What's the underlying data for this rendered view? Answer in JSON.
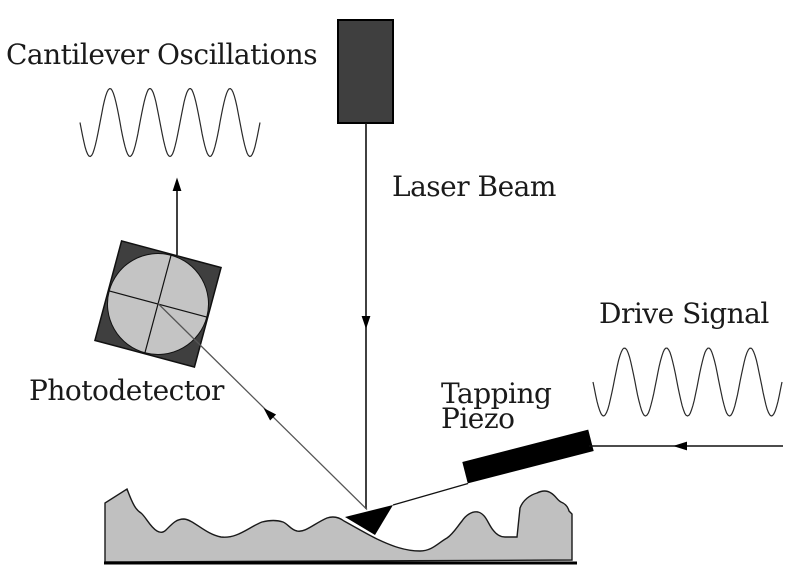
{
  "diagram": {
    "subject": "AFM tapping-mode schematic",
    "labels": {
      "cantilever_oscillations": "Cantilever Oscillations",
      "laser_beam": "Laser Beam",
      "photodetector": "Photodetector",
      "tapping_piezo_line1": "Tapping",
      "tapping_piezo_line2": "Piezo",
      "drive_signal": "Drive Signal"
    },
    "waves": {
      "cantilever_oscillations": {
        "type": "sine",
        "cycles": 4.5
      },
      "drive_signal": {
        "type": "sine",
        "cycles": 4.5
      }
    },
    "colors": {
      "background": "#ffffff",
      "laser_source_fill": "#3f3f3f",
      "photodetector_square_fill": "#3f3f3f",
      "photodetector_circle_fill": "#c4c4c4",
      "sample_surface_fill": "#c0c0c0",
      "piezo_fill": "#000000",
      "tip_fill": "#000000",
      "line_color": "#111111",
      "reflected_beam_color": "#555555"
    },
    "components": [
      "laser-source",
      "laser-beam-arrow",
      "photodetector-quadrant-sensor",
      "detector-output-arrow",
      "cantilever-oscillation-wave",
      "drive-signal-wave",
      "tapping-piezo",
      "drive-signal-arrow",
      "cantilever-with-tip",
      "sample-surface"
    ]
  }
}
